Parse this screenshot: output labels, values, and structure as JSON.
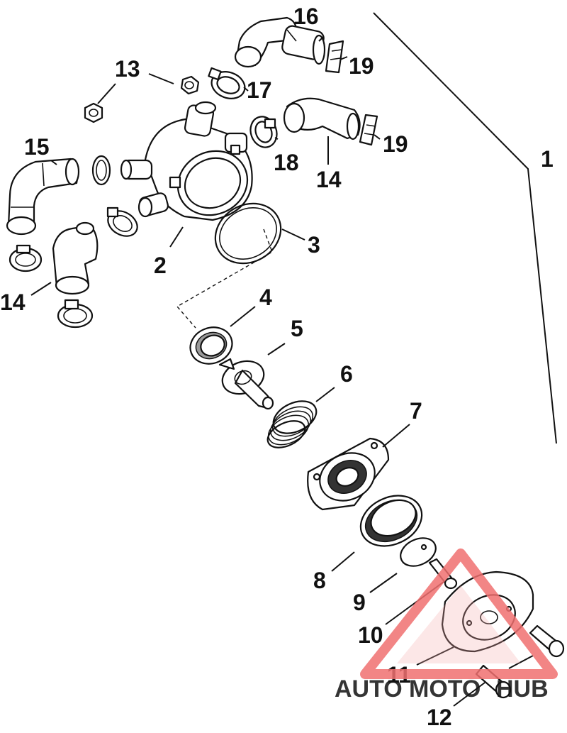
{
  "callouts": {
    "c1": "1",
    "c2": "2",
    "c3": "3",
    "c4": "4",
    "c5": "5",
    "c6": "6",
    "c7": "7",
    "c8": "8",
    "c9": "9",
    "c10": "10",
    "c11": "11",
    "c12": "12",
    "c13": "13",
    "c14a": "14",
    "c14b": "14",
    "c15": "15",
    "c16": "16",
    "c17": "17",
    "c18": "18",
    "c19a": "19",
    "c19b": "19"
  },
  "watermark": {
    "part1": "AUTO",
    "part2": "MOTO",
    "part3": "HUB",
    "color_orange": "#f2a23a",
    "color_red": "#e8403a",
    "color_gray": "#7a7a7a"
  }
}
